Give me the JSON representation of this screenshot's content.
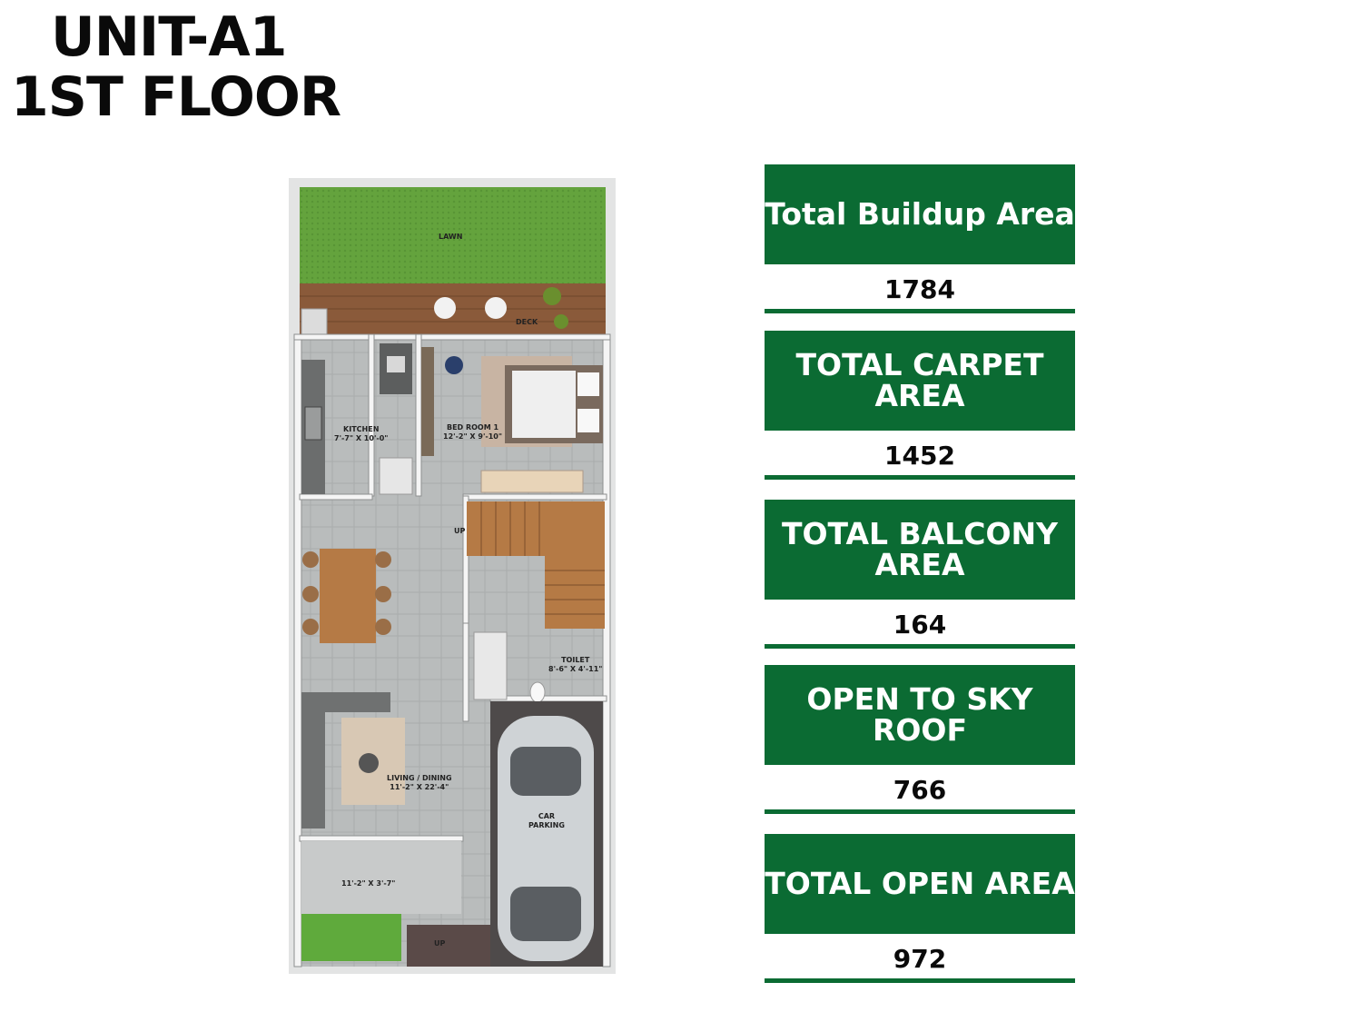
{
  "header": {
    "unit": "UNIT-A1",
    "floor": "1ST FLOOR"
  },
  "plan": {
    "labels": {
      "lawn": "LAWN",
      "deck": "DECK",
      "kitchen": "KITCHEN",
      "kitchen_dim": "7'-7\" X 10'-0\"",
      "bedroom": "BED ROOM 1",
      "bedroom_dim": "12'-2\" X 9'-10\"",
      "up_stair": "UP",
      "toilet": "TOILET",
      "toilet_dim": "8'-6\" X 4'-11\"",
      "living": "LIVING / DINING",
      "living_dim": "11'-2\" X 22'-4\"",
      "car": "CAR",
      "parking": "PARKING",
      "porch_dim": "11'-2\" X 3'-7\"",
      "up_entry": "UP"
    },
    "colors": {
      "lawn": "#5f9e3a",
      "deck": "#8a5a3a",
      "floor": "#b9bcbc",
      "wood": "#b57a45"
    }
  },
  "areas": [
    {
      "title": "Total Buildup Area",
      "value": "1784"
    },
    {
      "title": "TOTAL CARPET AREA",
      "value": "1452"
    },
    {
      "title": "TOTAL BALCONY AREA",
      "value": "164"
    },
    {
      "title": "OPEN TO SKY ROOF",
      "value": "766"
    },
    {
      "title": "TOTAL OPEN AREA",
      "value": "972"
    }
  ],
  "brand_color": "#0b6b33"
}
